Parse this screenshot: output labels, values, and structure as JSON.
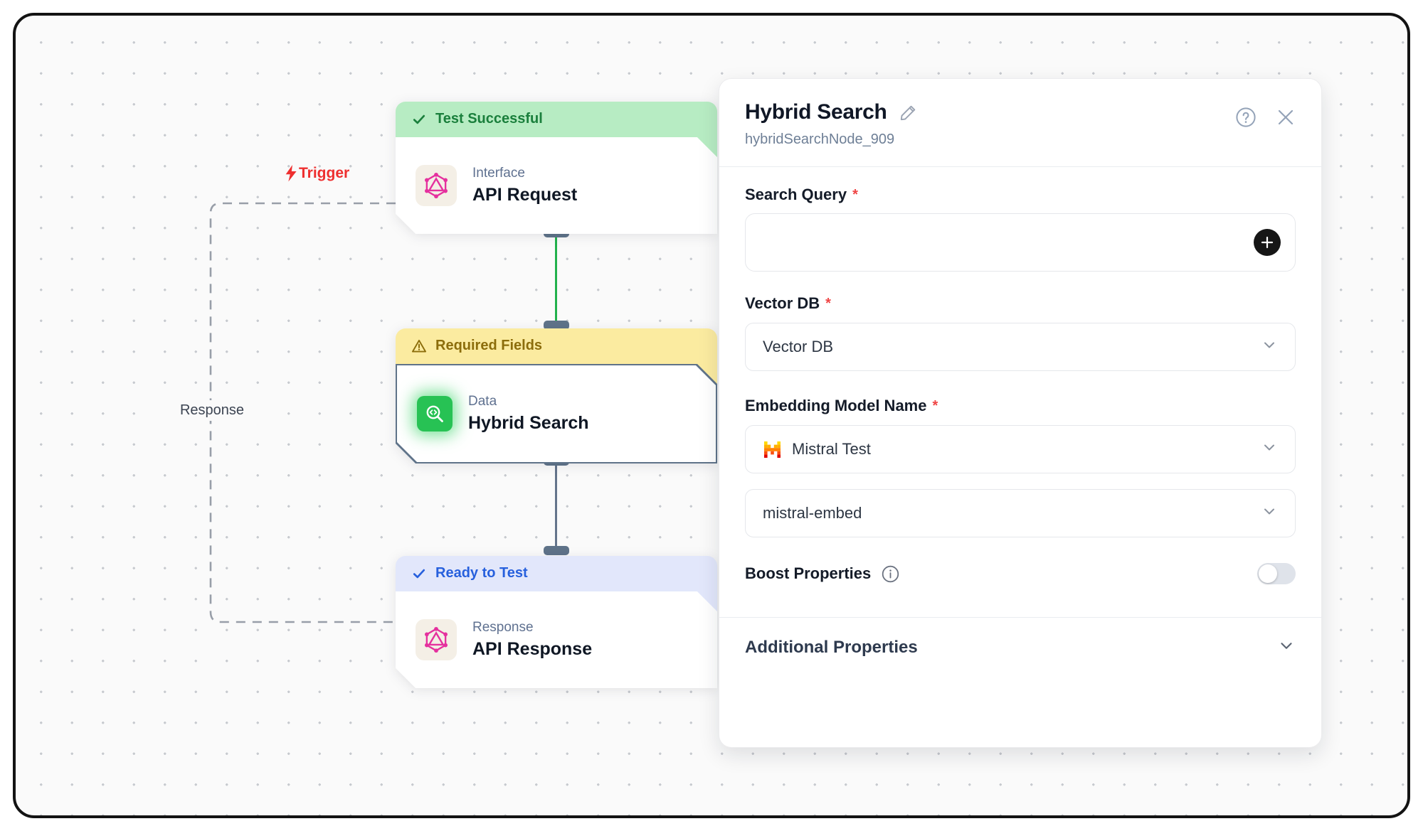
{
  "canvas": {
    "trigger": {
      "text": "Trigger"
    },
    "response_edge_label": "Response",
    "nodes": [
      {
        "status": "Test Successful",
        "category": "Interface",
        "title": "API Request"
      },
      {
        "status": "Required Fields",
        "category": "Data",
        "title": "Hybrid Search"
      },
      {
        "status": "Ready to Test",
        "category": "Response",
        "title": "API Response"
      }
    ]
  },
  "panel": {
    "title": "Hybrid Search",
    "node_id": "hybridSearchNode_909",
    "search_query": {
      "label": "Search Query",
      "required_mark": "*",
      "value": ""
    },
    "vector_db": {
      "label": "Vector DB",
      "required_mark": "*",
      "value": "Vector DB"
    },
    "embedding_model": {
      "label": "Embedding Model Name",
      "required_mark": "*",
      "value": "Mistral Test"
    },
    "model_name": {
      "value": "mistral-embed"
    },
    "boost_properties": {
      "label": "Boost Properties",
      "enabled": false
    },
    "additional_properties": {
      "label": "Additional Properties"
    }
  },
  "colors": {
    "canvas_bg": "#fafafa",
    "frame_border": "#131313",
    "green_header_bg": "#b7ecc3",
    "green_header_text": "#1a7f3c",
    "yellow_header_bg": "#fbeba0",
    "yellow_header_text": "#8c6d0b",
    "blue_header_bg": "#e2e7fb",
    "blue_header_text": "#2760dd",
    "trigger_red": "#ee2f2f",
    "edge_green": "#22b14c",
    "edge_slate": "#64748b",
    "selected_border": "#5f7389",
    "hybrid_icon_green": "#27c254",
    "required_mark_red": "#ef4444",
    "plus_button_bg": "#161616",
    "toggle_off_track": "#dfe3ea"
  }
}
